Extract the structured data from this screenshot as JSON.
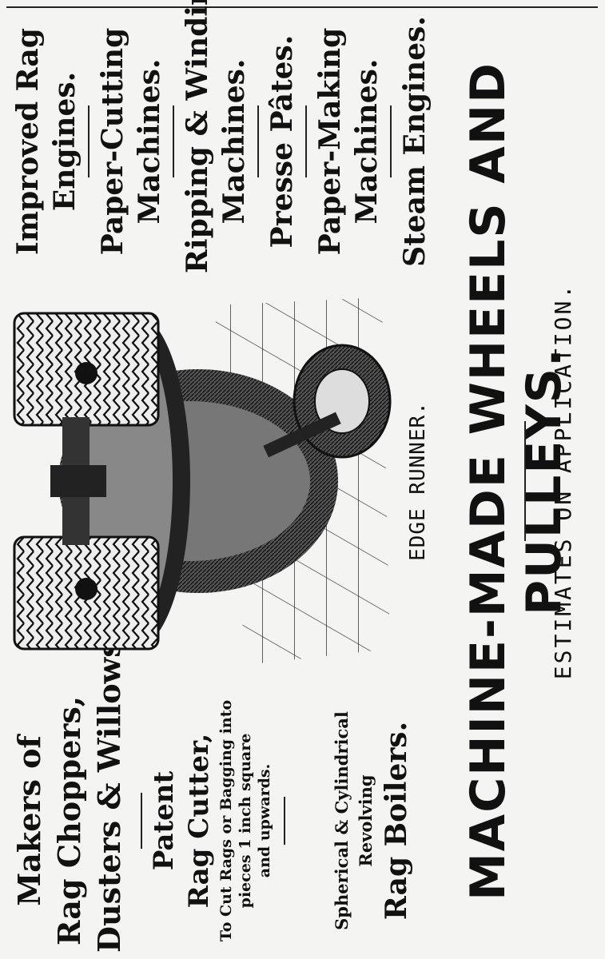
{
  "left_column": {
    "makers_lines": [
      "Makers of",
      "Rag Choppers,",
      "Dusters & Willows."
    ],
    "patent_title_lines": [
      "Patent",
      "Rag Cutter,"
    ],
    "patent_desc_lines": [
      "To Cut Rags or Bagging into",
      "pieces 1 inch square",
      "and upwards."
    ],
    "boiler_desc_lines": [
      "Spherical & Cylindrical",
      "Revolving"
    ],
    "boiler_title": "Rag Boilers."
  },
  "right_column": {
    "products": [
      [
        "Improved Rag",
        "Engines."
      ],
      [
        "Paper-Cutting",
        "Machines."
      ],
      [
        "Ripping & Winding",
        "Machines."
      ],
      [
        "Presse Pâtes."
      ],
      [
        "Paper-Making",
        "Machines."
      ],
      [
        "Steam Engines."
      ]
    ]
  },
  "illustration": {
    "icon": "edge-runner-machine-engraving",
    "caption": "EDGE RUNNER."
  },
  "headline": "MACHINE-MADE WHEELS AND PULLEYS.",
  "footer": "ESTIMATES ON APPLICATION.",
  "colors": {
    "ink": "#111111",
    "paper": "#f4f4f2"
  }
}
